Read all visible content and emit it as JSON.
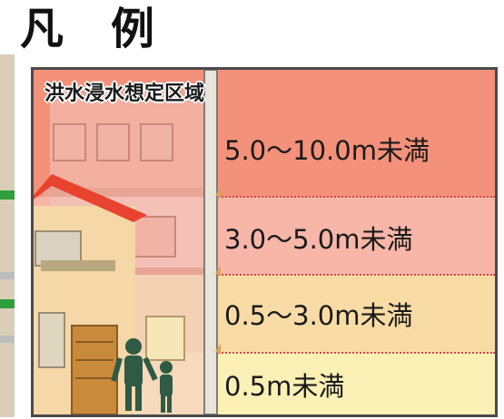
{
  "title": "凡　例",
  "legend": {
    "heading": "洪水浸水想定区域",
    "bands": [
      {
        "label": "5.0〜10.0m未満",
        "color": "#f4917a"
      },
      {
        "label": "3.0〜5.0m未満",
        "color": "#f7b6a8"
      },
      {
        "label": "0.5〜3.0m未満",
        "color": "#f9dca5"
      },
      {
        "label": "0.5m未満",
        "color": "#fbf0b5"
      }
    ]
  },
  "colors": {
    "separator": "#d64545",
    "frame": "#4a4a4a",
    "roof": "#e8432f",
    "map_road": "#2f9e3c"
  },
  "icons": [
    "building-icon",
    "house-icon",
    "adult-person-icon",
    "child-person-icon",
    "depth-scale-icon"
  ]
}
